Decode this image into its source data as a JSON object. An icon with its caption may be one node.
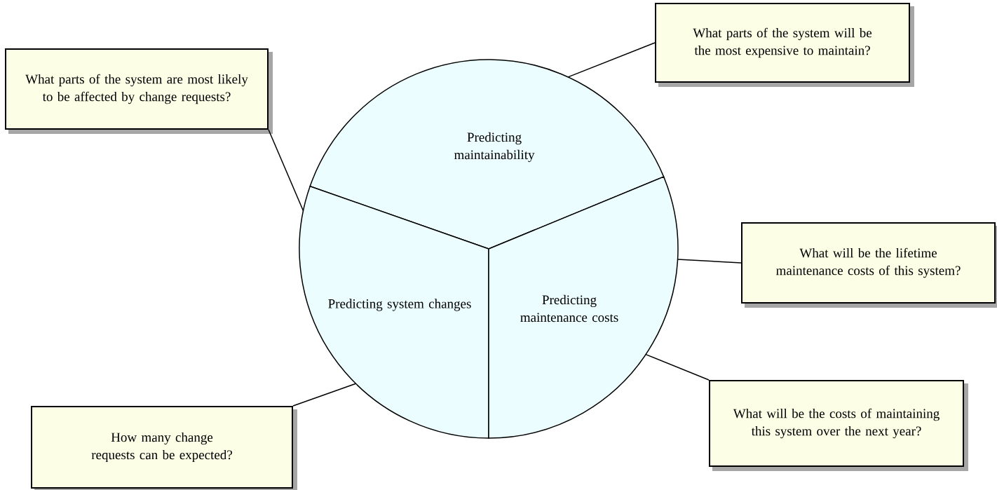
{
  "diagram": {
    "nodes": [
      {
        "text": [
          "What parts of the system will be the most expensive to maintain?"
        ]
      },
      {
        "text": [
          "What parts of the system are most likely to be affected by change requests?"
        ]
      },
      {
        "text": [
          "Predicting maintainability"
        ]
      },
      {
        "text": [
          "What will be the lifetime maintenance costs of this system?"
        ]
      },
      {
        "text": [
          "Predicting system changes"
        ]
      },
      {
        "text": [
          "Predicting maintenance costs"
        ]
      },
      {
        "text": [
          "What will be the costs of maintaining this system over the next year?"
        ]
      },
      {
        "text": [
          "How many change requests can be expected?"
        ]
      }
    ],
    "edges": [
      {
        "from": 0,
        "to": 2,
        "arrow": "none"
      },
      {
        "from": 1,
        "to": 4,
        "arrow": "none"
      },
      {
        "from": 3,
        "to": 5,
        "arrow": "none"
      },
      {
        "from": 6,
        "to": 5,
        "arrow": "none"
      },
      {
        "from": 7,
        "to": 4,
        "arrow": "none"
      }
    ]
  }
}
